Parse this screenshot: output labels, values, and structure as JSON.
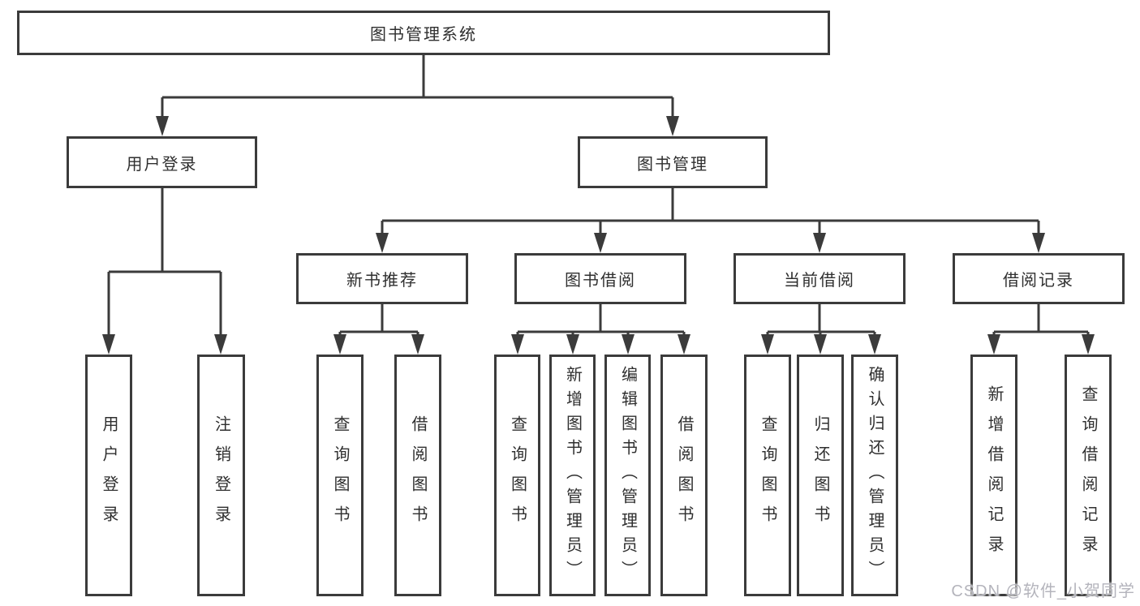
{
  "colors": {
    "line": "#3b3b3b",
    "text": "#2f2f2f",
    "background": "#ffffff",
    "watermark": "#b4b4bc"
  },
  "tree": {
    "root": {
      "label": "图书管理系统"
    },
    "branches": [
      {
        "label": "用户登录",
        "children": [
          "用户登录",
          "注销登录"
        ]
      },
      {
        "label": "图书管理",
        "sections": [
          {
            "label": "新书推荐",
            "children": [
              "查询图书",
              "借阅图书"
            ]
          },
          {
            "label": "图书借阅",
            "children": [
              "查询图书",
              "新增图书（管理员）",
              "编辑图书（管理员）",
              "借阅图书"
            ]
          },
          {
            "label": "当前借阅",
            "children": [
              "查询图书",
              "归还图书",
              "确认归还（管理员）"
            ]
          },
          {
            "label": "借阅记录",
            "children": [
              "新增借阅记录",
              "查询借阅记录"
            ]
          }
        ]
      }
    ]
  },
  "watermark": {
    "text": "CSDN @软件_小贺同学"
  }
}
